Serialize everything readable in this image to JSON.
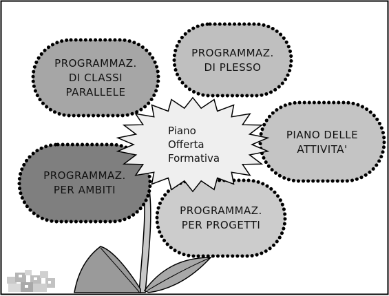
{
  "diagram": {
    "center": {
      "lines": [
        "Piano",
        "Offerta",
        "Formativa"
      ]
    },
    "petals": [
      {
        "id": "classi",
        "lines": [
          "PROGRAMMAZ.",
          "DI CLASSI",
          "PARALLELE"
        ],
        "fill": "#a6a6a6"
      },
      {
        "id": "plesso",
        "lines": [
          "PROGRAMMAZ.",
          "DI PLESSO"
        ],
        "fill": "#bfbfbf"
      },
      {
        "id": "attivita",
        "lines": [
          "PIANO DELLE",
          "ATTIVITA'"
        ],
        "fill": "#c4c4c4"
      },
      {
        "id": "ambiti",
        "lines": [
          "PROGRAMMAZ.",
          "PER AMBITI"
        ],
        "fill": "#7f7f7f"
      },
      {
        "id": "progetti",
        "lines": [
          "PROGRAMMAZ.",
          "PER PROGETTI"
        ],
        "fill": "#cccccc"
      }
    ],
    "colors": {
      "center_fill": "#efefef",
      "outline": "#000000",
      "leaf_fill": "#9a9a9a",
      "stem_fill": "#c8c8c8"
    }
  }
}
